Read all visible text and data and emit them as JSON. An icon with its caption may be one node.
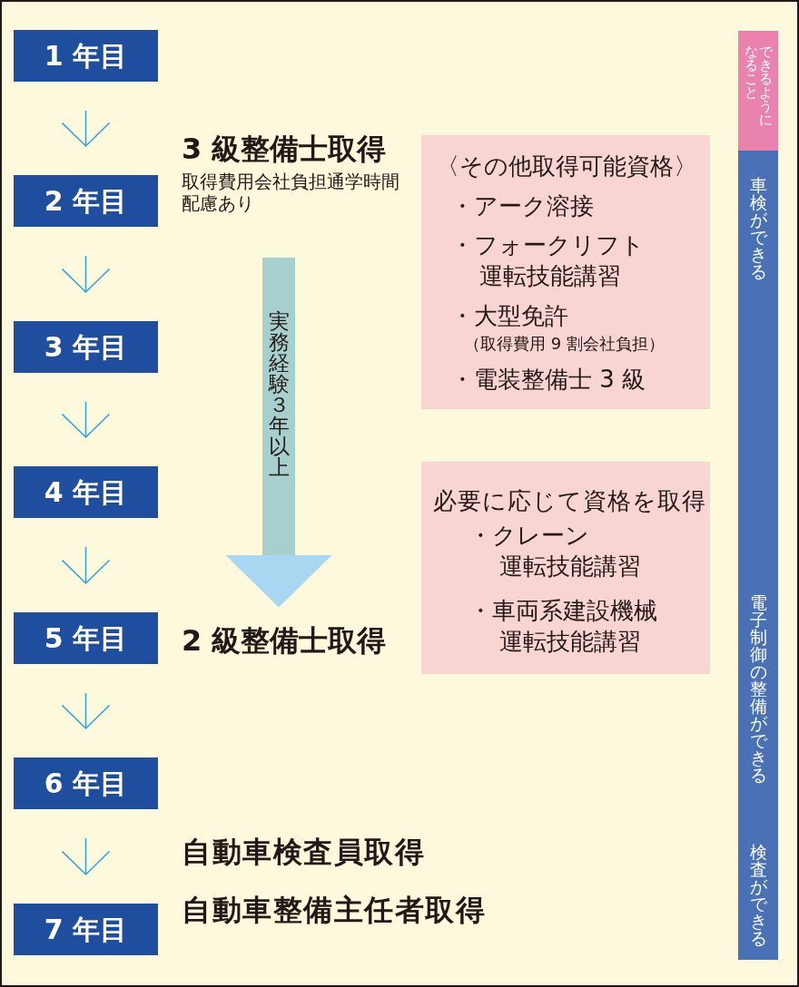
{
  "diagram": {
    "nodes": [
      {
        "text": [
          "1 年目"
        ]
      },
      {
        "text": [
          "2 年目"
        ]
      },
      {
        "text": [
          "3 年目"
        ]
      },
      {
        "text": [
          "4 年目"
        ]
      },
      {
        "text": [
          "5 年目"
        ]
      },
      {
        "text": [
          "6 年目"
        ]
      },
      {
        "text": [
          "7 年目"
        ]
      },
      {
        "text": [
          "〈その他取得可能資格〉",
          "・アーク溶接",
          "・フォークリフト運転技能講習",
          "・大型免許",
          "（取得費用 9 割会社負担）",
          "・電装整備士 3 級"
        ]
      },
      {
        "text": [
          "必要に応じて資格を取得",
          "・クレーン運転技能講習",
          "・車両系建設機械運転技能講習"
        ]
      },
      {
        "text": [
          "3 級整備士取得",
          "取得費用会社負担通学時間配慮あり"
        ]
      },
      {
        "text": [
          "2 級整備士取得"
        ]
      },
      {
        "text": [
          "できるようになること"
        ]
      },
      {
        "text": [
          "車検ができる",
          "電子制御の整備ができる",
          "検査ができる"
        ]
      }
    ],
    "edges": [
      {
        "from": 0,
        "to": 1,
        "arrow": "to"
      },
      {
        "from": 1,
        "to": 2,
        "arrow": "to"
      },
      {
        "from": 2,
        "to": 3,
        "arrow": "to"
      },
      {
        "from": 3,
        "to": 4,
        "arrow": "to"
      },
      {
        "from": 4,
        "to": 5,
        "arrow": "to"
      },
      {
        "from": 5,
        "to": 6,
        "arrow": "to"
      },
      {
        "from": 9,
        "to": 10,
        "arrow": "to",
        "label": "実務経験３年以上",
        "style": "thick",
        "color": "#a6cfce"
      }
    ],
    "labels": [
      "自動車検査員取得",
      "自動車整備主任者取得"
    ]
  }
}
